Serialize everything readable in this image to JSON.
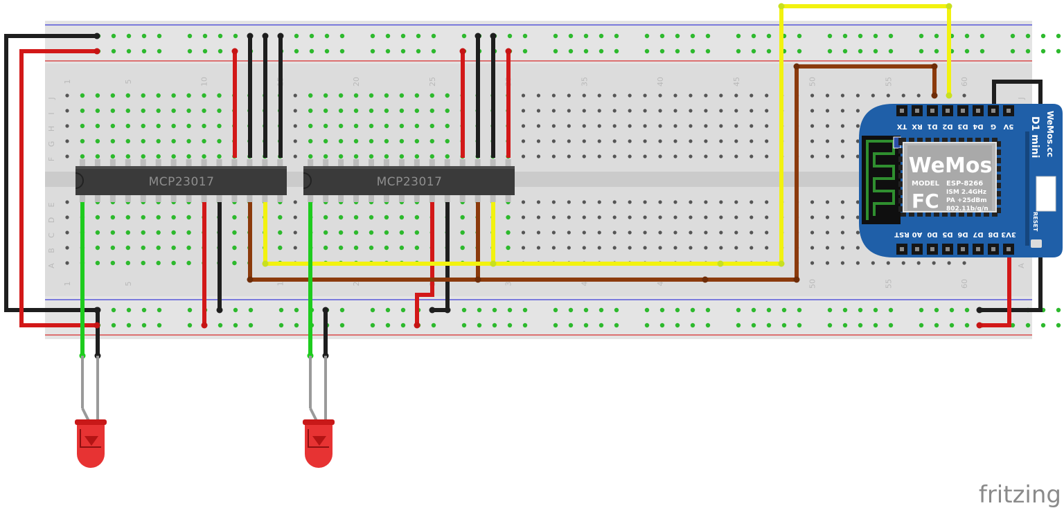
{
  "breadboard": {
    "column_numbers_top": [
      "1",
      "5",
      "10",
      "15",
      "20",
      "25",
      "30",
      "35",
      "40",
      "45",
      "50",
      "55",
      "60"
    ],
    "column_numbers_bottom": [
      "1",
      "5",
      "1",
      "2",
      "3",
      "3",
      "4",
      "4",
      "50",
      "55",
      "60"
    ],
    "row_letters_top": [
      "J",
      "I",
      "H",
      "G",
      "F"
    ],
    "row_letters_bottom": [
      "E",
      "D",
      "C",
      "B",
      "A"
    ]
  },
  "chips": [
    {
      "label": "MCP23017"
    },
    {
      "label": "MCP23017"
    }
  ],
  "module": {
    "name": "D1 mini",
    "brand_side": "WeMos.cc",
    "logo": "WeMos",
    "model_label": "MODEL",
    "model_value": "ESP-8266",
    "fcc": "FC",
    "specs": [
      "ISM 2.4GHz",
      "PA +25dBm",
      "802.11b/g/n"
    ],
    "reset_label": "RESET",
    "top_pins": [
      "TX",
      "RX",
      "D1",
      "D2",
      "D3",
      "D4",
      "G",
      "5V"
    ],
    "bottom_pins": [
      "RST",
      "A0",
      "D0",
      "D5",
      "D6",
      "D7",
      "D8",
      "3V3"
    ]
  },
  "colors": {
    "wire_black": "#1e1e1e",
    "wire_red": "#d21818",
    "wire_yellow": "#f2f20f",
    "wire_brown": "#8b3a0c",
    "wire_green": "#1ecc1e",
    "led_red": "#e52222",
    "board_blue": "#1f5fa8",
    "chip_body": "#3a3a3a"
  },
  "watermark": "fritzing"
}
